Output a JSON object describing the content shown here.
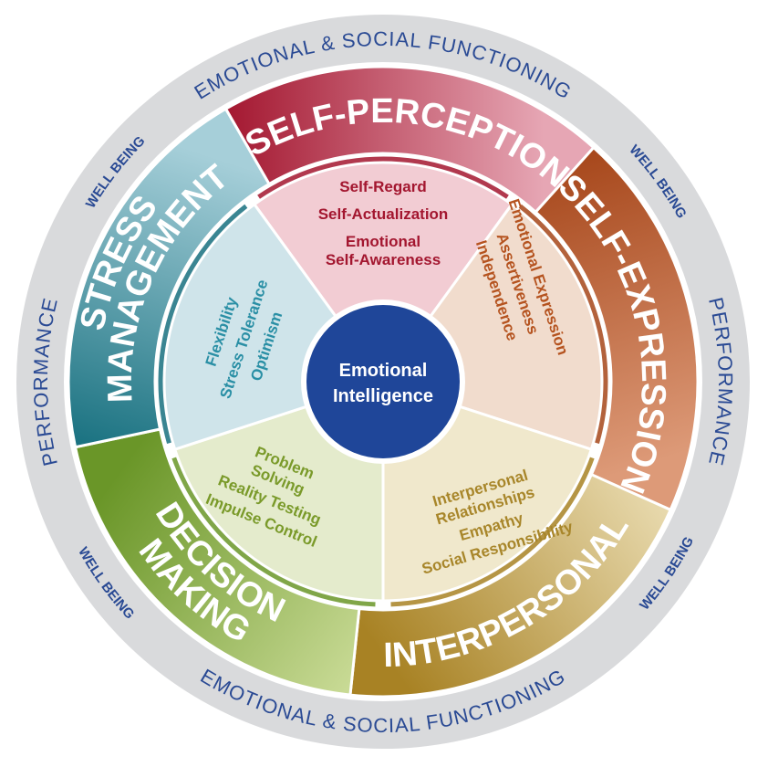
{
  "center": {
    "lines": [
      "Emotional",
      "Intelligence"
    ],
    "color": "#1f4699"
  },
  "outer_ring": {
    "top": "EMOTIONAL & SOCIAL FUNCTIONING",
    "bottom": "EMOTIONAL & SOCIAL FUNCTIONING",
    "left": "PERFORMANCE",
    "right": "PERFORMANCE",
    "well_being": [
      "WELL BEING",
      "WELL BEING",
      "WELL BEING",
      "WELL BEING"
    ],
    "color": "#d9dadc"
  },
  "composites": [
    {
      "id": "self-perception",
      "title": [
        "SELF-PERCEPTION"
      ],
      "dark": "#a3162f",
      "light": "#e6a6b4",
      "wedge": "#f2ccd3",
      "text_color": "#a3162f",
      "subscales": [
        "Self-Regard",
        "Self-Actualization",
        "Emotional",
        "Self-Awareness"
      ]
    },
    {
      "id": "self-expression",
      "title": [
        "SELF-EXPRESSION"
      ],
      "dark": "#a6461a",
      "light": "#dd9a78",
      "wedge": "#f1dccd",
      "text_color": "#b5531f",
      "subscales": [
        "Emotional Expression",
        "Assertiveness",
        "Independence"
      ]
    },
    {
      "id": "interpersonal",
      "title": [
        "INTERPERSONAL"
      ],
      "dark": "#a88224",
      "light": "#e9dbb0",
      "wedge": "#f0e8cc",
      "text_color": "#a8862a",
      "subscales": [
        "Interpersonal",
        "Relationships",
        "Empathy",
        "Social Responsibility"
      ]
    },
    {
      "id": "decision-making",
      "title": [
        "DECISION",
        "MAKING"
      ],
      "dark": "#6a9628",
      "light": "#cbdc98",
      "wedge": "#e4ebcc",
      "text_color": "#7a9a2a",
      "subscales": [
        "Problem",
        "Solving",
        "Reality Testing",
        "Impulse Control"
      ]
    },
    {
      "id": "stress-management",
      "title": [
        "STRESS",
        "MANAGEMENT"
      ],
      "dark": "#17707f",
      "light": "#a6cfd9",
      "wedge": "#cfe4ea",
      "text_color": "#2a8fa5",
      "subscales": [
        "Flexibility",
        "Stress Tolerance",
        "Optimism"
      ]
    }
  ]
}
